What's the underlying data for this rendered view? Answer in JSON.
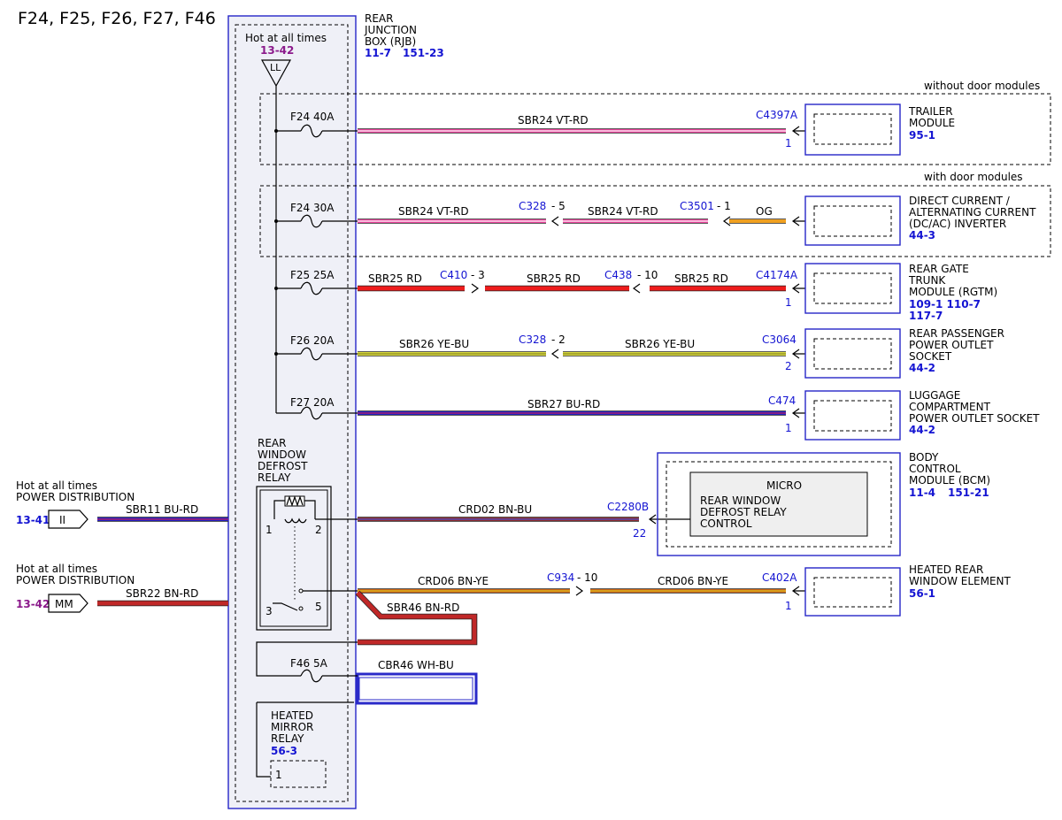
{
  "title": "F24, F25, F26, F27, F46",
  "rjb": {
    "label_lines": [
      "REAR",
      "JUNCTION",
      "BOX (RJB)"
    ],
    "refs": [
      "11-7",
      "151-23"
    ],
    "hot_label": "Hot at all times",
    "hot_ref": "13-42",
    "connector_ll": "LL"
  },
  "regions": {
    "without_door": "without door modules",
    "with_door": "with door modules"
  },
  "fuses": {
    "f24_40": "F24  40A",
    "f24_30": "F24  30A",
    "f25": "F25  25A",
    "f26": "F26  20A",
    "f27": "F27  20A",
    "f46": "F46  5A"
  },
  "circuits": {
    "sbr24": "SBR24  VT-RD",
    "og": "OG",
    "sbr25": "SBR25  RD",
    "sbr26": "SBR26  YE-BU",
    "sbr27": "SBR27  BU-RD",
    "crd02": "CRD02  BN-BU",
    "sbr11": "SBR11  BU-RD",
    "sbr22": "SBR22  BN-RD",
    "crd06": "CRD06  BN-YE",
    "sbr46": "SBR46  BN-RD",
    "cbr46": "CBR46  WH-BU"
  },
  "connectors": {
    "c4397a": "C4397A",
    "c328_5": "C328",
    "c328_5_pin": "- 5",
    "c3501": "C3501",
    "c3501_pin": "- 1",
    "c410": "C410",
    "c410_pin": "- 3",
    "c438": "C438",
    "c438_pin": "- 10",
    "c4174a": "C4174A",
    "c328_2": "C328",
    "c328_2_pin": "- 2",
    "c3064": "C3064",
    "c474": "C474",
    "c2280b": "C2280B",
    "c934": "C934",
    "c934_pin": "- 10",
    "c402a": "C402A"
  },
  "pins": {
    "trailer": "1",
    "rgtm": "1",
    "outlet": "2",
    "luggage": "1",
    "bcm": "22",
    "heated": "1",
    "relay_1": "1",
    "relay_2": "2",
    "relay_3": "3",
    "relay_5": "5",
    "mirror": "1"
  },
  "modules": {
    "trailer": {
      "lines": [
        "TRAILER",
        "MODULE"
      ],
      "refs": [
        "95-1"
      ]
    },
    "inverter": {
      "lines": [
        "DIRECT CURRENT /",
        "ALTERNATING CURRENT",
        "(DC/AC) INVERTER"
      ],
      "refs": [
        "44-3"
      ]
    },
    "rgtm": {
      "lines": [
        "REAR GATE",
        "TRUNK",
        "MODULE (RGTM)"
      ],
      "refs": [
        "109-1 110-7",
        "117-7"
      ]
    },
    "outlet": {
      "lines": [
        "REAR PASSENGER",
        "POWER OUTLET",
        "SOCKET"
      ],
      "refs": [
        "44-2"
      ]
    },
    "luggage": {
      "lines": [
        "LUGGAGE",
        "COMPARTMENT",
        "POWER OUTLET SOCKET"
      ],
      "refs": [
        "44-2"
      ]
    },
    "bcm": {
      "lines": [
        "BODY",
        "CONTROL",
        "MODULE (BCM)"
      ],
      "refs": [
        "11-4",
        "151-21"
      ],
      "micro": "MICRO",
      "inner_lines": [
        "REAR WINDOW",
        "DEFROST RELAY",
        "CONTROL"
      ]
    },
    "heated": {
      "lines": [
        "HEATED REAR",
        "WINDOW ELEMENT"
      ],
      "refs": [
        "56-1"
      ]
    }
  },
  "relays": {
    "defrost_lines": [
      "REAR",
      "WINDOW",
      "DEFROST",
      "RELAY"
    ],
    "mirror_lines": [
      "HEATED",
      "MIRROR",
      "RELAY"
    ],
    "mirror_ref": "56-3"
  },
  "power_in": {
    "ii": {
      "hot": "Hot at all times",
      "dist": "POWER DISTRIBUTION",
      "ref": "13-41",
      "conn": "II"
    },
    "mm": {
      "hot": "Hot at all times",
      "dist": "POWER DISTRIBUTION",
      "ref": "13-42",
      "conn": "MM"
    }
  },
  "colors": {
    "vt_rd": "#e8409a",
    "og": "#f0a020",
    "rd": "#ee1c1c",
    "ye_bu": "#d8d840",
    "bu_rd": "#2020c0",
    "bn_bu": "#8b2d2d",
    "bn_rd": "#c02828",
    "bn_ye": "#c86414",
    "wh_bu": "#2a2ac8"
  }
}
